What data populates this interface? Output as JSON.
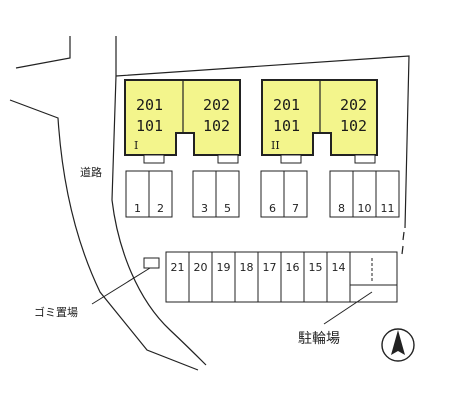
{
  "buildings": [
    {
      "mark": "I",
      "units": [
        {
          "top": "201",
          "bottom": "101"
        },
        {
          "top": "202",
          "bottom": "102"
        }
      ]
    },
    {
      "mark": "II",
      "units": [
        {
          "top": "201",
          "bottom": "101"
        },
        {
          "top": "202",
          "bottom": "102"
        }
      ]
    }
  ],
  "parking_upper": [
    "1",
    "2",
    "3",
    "5",
    "6",
    "7",
    "8",
    "10",
    "11"
  ],
  "parking_lower": [
    "21",
    "20",
    "19",
    "18",
    "17",
    "16",
    "15",
    "14"
  ],
  "labels": {
    "road": "道路",
    "garbage": "ゴミ置場",
    "bicycle": "駐輪場"
  },
  "colors": {
    "building_fill": "#f3f58c",
    "line": "#222222"
  },
  "icons": {
    "compass": "north-arrow-icon"
  }
}
